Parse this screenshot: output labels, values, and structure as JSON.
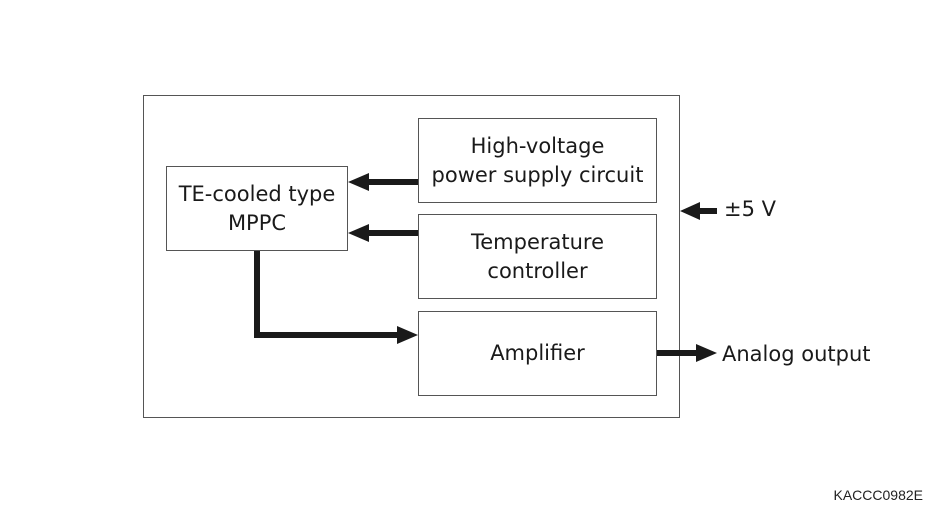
{
  "blocks": {
    "mppc": {
      "line1": "TE-cooled type",
      "line2": "MPPC"
    },
    "hv_supply": {
      "line1": "High-voltage",
      "line2": "power supply circuit"
    },
    "temp_controller": {
      "line1": "Temperature",
      "line2": "controller"
    },
    "amplifier": {
      "line1": "Amplifier"
    }
  },
  "external": {
    "power_input": "±5 V",
    "output": "Analog output"
  },
  "figure_code": "KACCC0982E",
  "colors": {
    "line": "#1a1a1a",
    "border": "#555555"
  }
}
